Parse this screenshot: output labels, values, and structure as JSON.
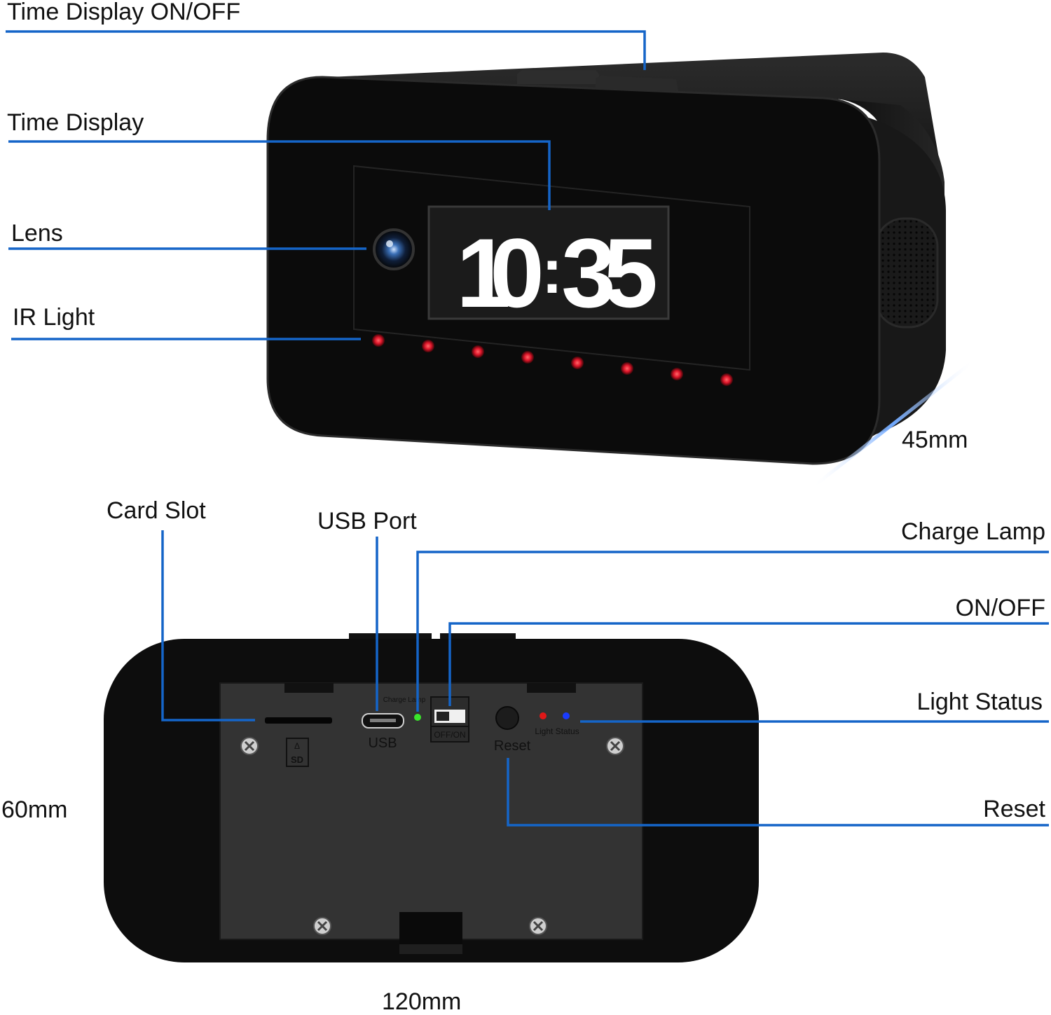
{
  "labels": {
    "time_display_onoff": "Time Display ON/OFF",
    "time_display": "Time Display",
    "lens": "Lens",
    "ir_light": "IR Light",
    "depth": "45mm",
    "card_slot": "Card Slot",
    "usb_port": "USB Port",
    "charge_lamp": "Charge Lamp",
    "on_off": "ON/OFF",
    "light_status": "Light Status",
    "reset": "Reset",
    "height": "60mm",
    "width": "120mm"
  },
  "front": {
    "clock_digits": [
      "1",
      "0",
      "3",
      "5"
    ]
  },
  "back_panel": {
    "usb": "USB",
    "sd": "SD",
    "charge_lamp": "Charge Lamp",
    "switch": "OFF/ON",
    "reset": "Reset",
    "light_status": "Light Status"
  },
  "colors": {
    "leader": "#1565c8",
    "ir": "#e0162b",
    "charge": "#39e52b",
    "status_red": "#e01818",
    "status_blue": "#1a3bff",
    "digit": "#ffffff"
  }
}
